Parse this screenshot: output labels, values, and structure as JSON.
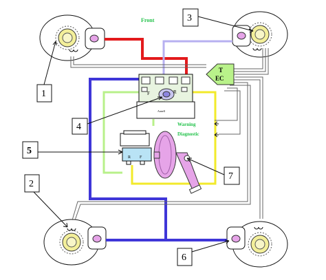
{
  "labels": {
    "front": "Front",
    "tec_line1": "T",
    "tec_line2": "EC",
    "warning": "Warning",
    "diagnostic": "Diagnostic",
    "master_f": "F",
    "master_r": "R",
    "res_r": "R",
    "res_f": "F",
    "unit_small": "Aunell"
  },
  "callouts": [
    {
      "id": "1",
      "label": "1"
    },
    {
      "id": "2",
      "label": "2"
    },
    {
      "id": "3",
      "label": "3"
    },
    {
      "id": "4",
      "label": "4"
    },
    {
      "id": "5",
      "label": "5"
    },
    {
      "id": "6",
      "label": "6"
    },
    {
      "id": "7",
      "label": "7"
    }
  ],
  "colors": {
    "red": "#e31a1c",
    "lavender": "#b7b0f0",
    "blue": "#3f36d8",
    "yellow": "#f2ea2a",
    "light_green": "#b8f08a",
    "gray_wire": "#777777",
    "green_arrow": "#b9f28a",
    "green_text": "#22c24a",
    "pink": "#e6a4e8",
    "light_blue": "#b9e3f5"
  }
}
